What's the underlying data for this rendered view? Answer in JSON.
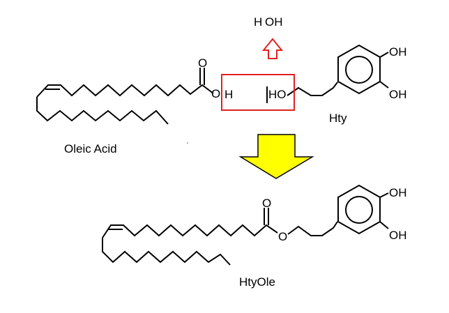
{
  "reactant_acid": {
    "name": "Oleic Acid",
    "carbonyl_o": "O",
    "ester_o": "O",
    "acid_h": "H"
  },
  "reactant_alcohol": {
    "name": "Hty",
    "ho_group": "HO",
    "oh_top": "OH",
    "oh_bottom": "OH"
  },
  "byproduct": {
    "h": "H",
    "oh": "OH"
  },
  "product": {
    "name": "HtyOle",
    "carbonyl_o": "O",
    "ester_o": "O",
    "oh_top": "OH",
    "oh_bottom": "OH"
  },
  "colors": {
    "highlight_box": "#e02020",
    "elimination_arrow": "#e02020",
    "reaction_arrow_fill": "#ffff00",
    "reaction_arrow_stroke": "#000000"
  }
}
